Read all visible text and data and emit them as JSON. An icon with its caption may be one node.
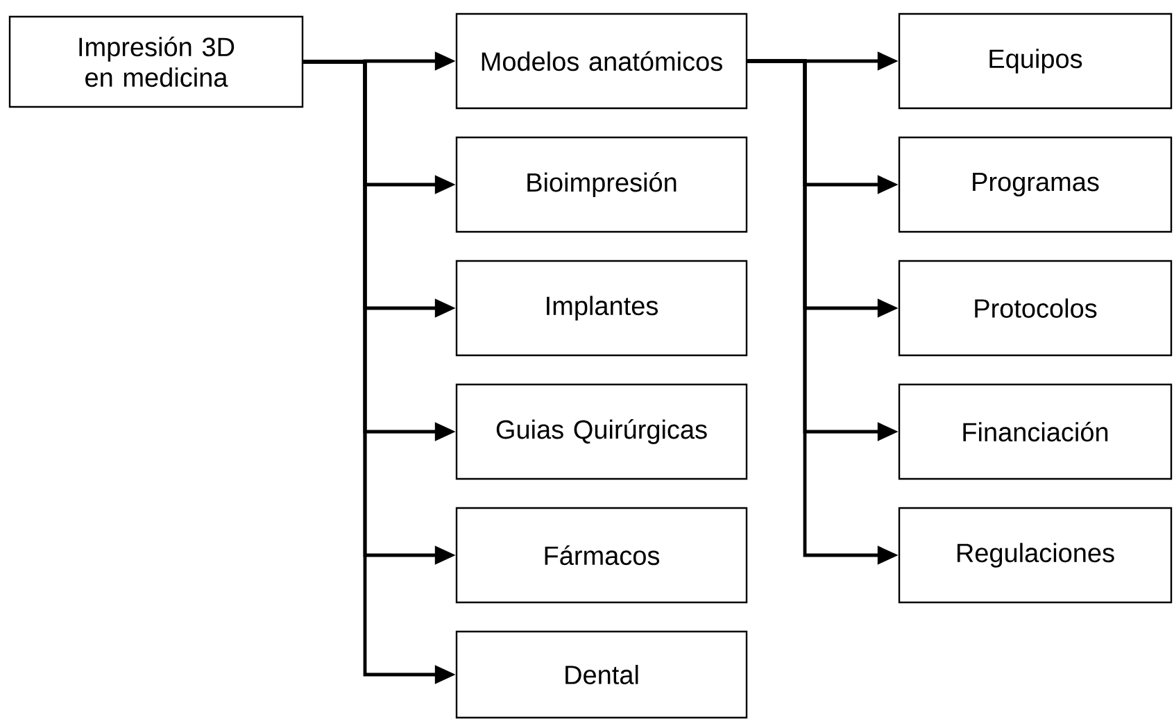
{
  "diagram": {
    "nodes": [
      {
        "text": [
          "Impresión 3D en medicina"
        ]
      },
      {
        "text": [
          "Modelos anatómicos"
        ]
      },
      {
        "text": [
          "Bioimpresión"
        ]
      },
      {
        "text": [
          "Implantes"
        ]
      },
      {
        "text": [
          "Guias Quirúrgicas"
        ]
      },
      {
        "text": [
          "Fármacos"
        ]
      },
      {
        "text": [
          "Dental"
        ]
      },
      {
        "text": [
          "Equipos"
        ]
      },
      {
        "text": [
          "Programas"
        ]
      },
      {
        "text": [
          "Protocolos"
        ]
      },
      {
        "text": [
          "Financiación"
        ]
      },
      {
        "text": [
          "Regulaciones"
        ]
      }
    ],
    "edges": [
      {
        "from": 0,
        "to": 1,
        "arrow": "to"
      },
      {
        "from": 0,
        "to": 2,
        "arrow": "to"
      },
      {
        "from": 0,
        "to": 3,
        "arrow": "to"
      },
      {
        "from": 0,
        "to": 4,
        "arrow": "to"
      },
      {
        "from": 0,
        "to": 5,
        "arrow": "to"
      },
      {
        "from": 0,
        "to": 6,
        "arrow": "to"
      },
      {
        "from": 1,
        "to": 7,
        "arrow": "to"
      },
      {
        "from": 1,
        "to": 8,
        "arrow": "to"
      },
      {
        "from": 1,
        "to": 9,
        "arrow": "to"
      },
      {
        "from": 1,
        "to": 10,
        "arrow": "to"
      },
      {
        "from": 1,
        "to": 11,
        "arrow": "to"
      }
    ]
  }
}
